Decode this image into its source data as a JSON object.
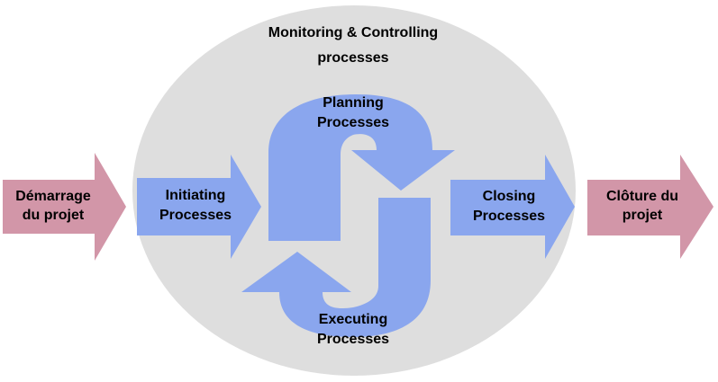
{
  "colors": {
    "ellipse": "#dedede",
    "process_arrow": "#8aa6ee",
    "outer_arrow": "#d296a8",
    "text": "#000000"
  },
  "monitoring": {
    "line1": "Monitoring & Controlling",
    "line2": "processes"
  },
  "start": {
    "line1": "Démarrage",
    "line2": "du projet"
  },
  "initiating": {
    "line1": "Initiating",
    "line2": "Processes"
  },
  "planning": {
    "line1": "Planning",
    "line2": "Processes"
  },
  "executing": {
    "line1": "Executing",
    "line2": "Processes"
  },
  "closing": {
    "line1": "Closing",
    "line2": "Processes"
  },
  "end": {
    "line1": "Clôture du",
    "line2": "projet"
  }
}
